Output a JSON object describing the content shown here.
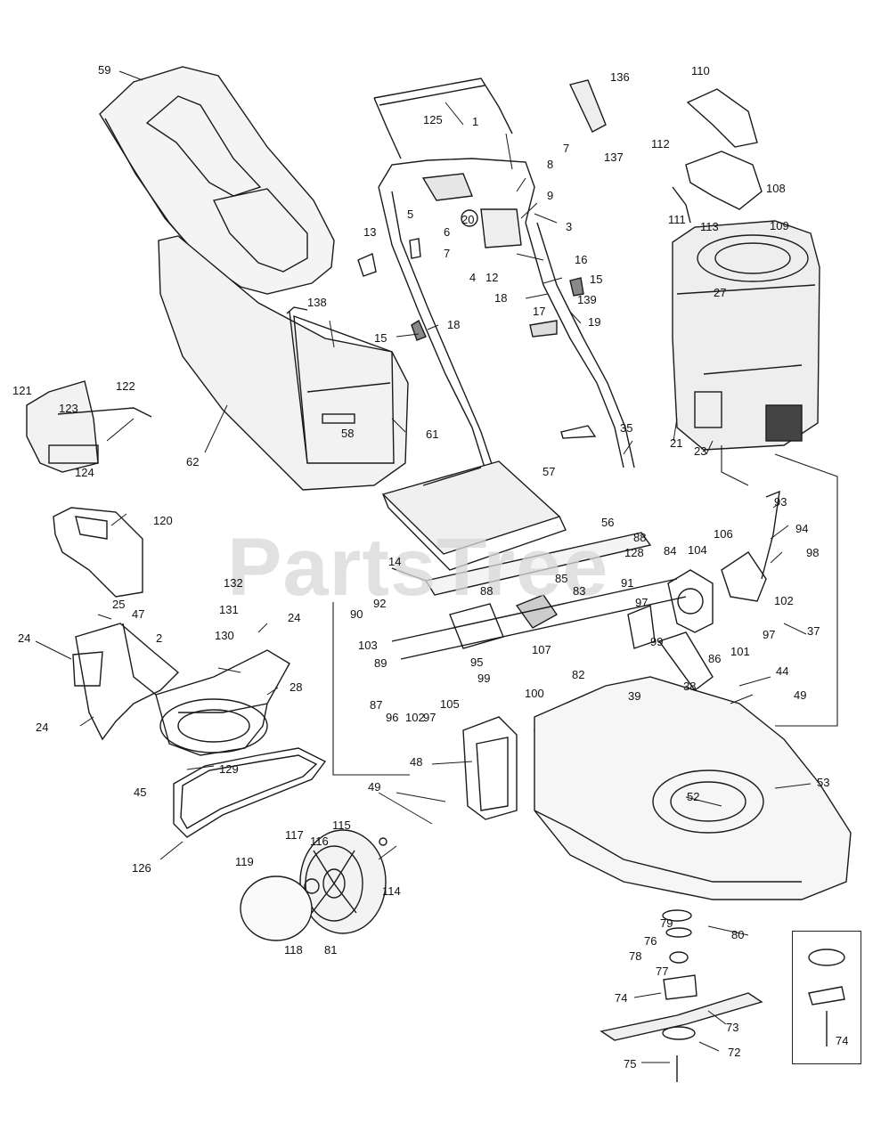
{
  "watermark": "PartsTree",
  "callouts": {
    "c1": "1",
    "c2": "2",
    "c3": "3",
    "c4": "4",
    "c5": "5",
    "c6": "6",
    "c7a": "7",
    "c7b": "7",
    "c8": "8",
    "c9": "9",
    "c12": "12",
    "c13": "13",
    "c14": "14",
    "c15a": "15",
    "c15b": "15",
    "c16": "16",
    "c17": "17",
    "c18a": "18",
    "c18b": "18",
    "c19": "19",
    "c20": "20",
    "c21": "21",
    "c23": "23",
    "c24a": "24",
    "c24b": "24",
    "c24c": "24",
    "c25": "25",
    "c27": "27",
    "c28": "28",
    "c35": "35",
    "c37": "37",
    "c38": "38",
    "c39": "39",
    "c44": "44",
    "c45": "45",
    "c47": "47",
    "c48": "48",
    "c49a": "49",
    "c49b": "49",
    "c52": "52",
    "c53": "53",
    "c56": "56",
    "c57": "57",
    "c58": "58",
    "c59": "59",
    "c61": "61",
    "c62": "62",
    "c72": "72",
    "c73": "73",
    "c74a": "74",
    "c74b": "74",
    "c75": "75",
    "c76": "76",
    "c77": "77",
    "c78": "78",
    "c79": "79",
    "c80": "80",
    "c81": "81",
    "c82": "82",
    "c83": "83",
    "c84": "84",
    "c85": "85",
    "c86": "86",
    "c87": "87",
    "c88a": "88",
    "c88b": "88",
    "c89": "89",
    "c90": "90",
    "c91": "91",
    "c92": "92",
    "c93": "93",
    "c94": "94",
    "c95": "95",
    "c96": "96",
    "c97a": "97",
    "c97b": "97",
    "c97c": "97",
    "c98": "98",
    "c99a": "99",
    "c99b": "99",
    "c100": "100",
    "c101": "101",
    "c102a": "102",
    "c102b": "102",
    "c103": "103",
    "c104": "104",
    "c105": "105",
    "c106": "106",
    "c107": "107",
    "c108": "108",
    "c109": "109",
    "c110": "110",
    "c111": "111",
    "c112": "112",
    "c113": "113",
    "c114": "114",
    "c115": "115",
    "c116": "116",
    "c117": "117",
    "c118": "118",
    "c119": "119",
    "c120": "120",
    "c121": "121",
    "c122": "122",
    "c123": "123",
    "c124": "124",
    "c125": "125",
    "c126": "126",
    "c128": "128",
    "c129": "129",
    "c130": "130",
    "c131": "131",
    "c132": "132",
    "c136": "136",
    "c137": "137",
    "c138": "138",
    "c139": "139"
  }
}
